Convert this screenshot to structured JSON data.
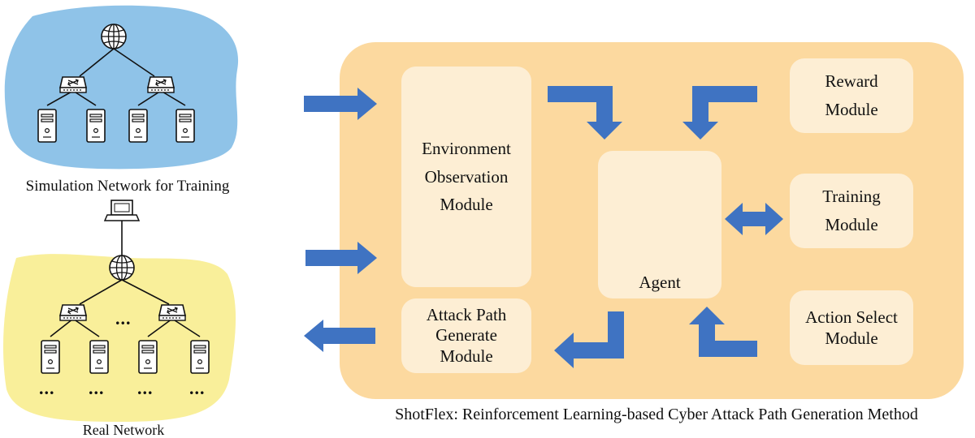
{
  "figure": {
    "simulation_label": "Simulation Network for Training",
    "real_label": "Real Network",
    "caption": "ShotFlex: Reinforcement Learning-based Cyber Attack Path Generation Method"
  },
  "modules": {
    "environment": [
      "Environment",
      "Observation",
      "Module"
    ],
    "attack_path": [
      "Attack Path",
      "Generate",
      "Module"
    ],
    "reward": [
      "Reward",
      "Module"
    ],
    "training": [
      "Training",
      "Module"
    ],
    "action_select": [
      "Action Select",
      "Module"
    ],
    "agent": "Agent"
  },
  "network": {
    "ellipsis": "..."
  },
  "colors": {
    "sim_blob": "#8fc3e8",
    "real_blob": "#f9ef9a",
    "panel": "#fcd99f",
    "module_box": "#fdeed4",
    "arrow": "#3f73c2"
  },
  "icons": [
    "globe-icon",
    "switch-icon",
    "server-icon",
    "laptop-icon",
    "robot-icon"
  ]
}
